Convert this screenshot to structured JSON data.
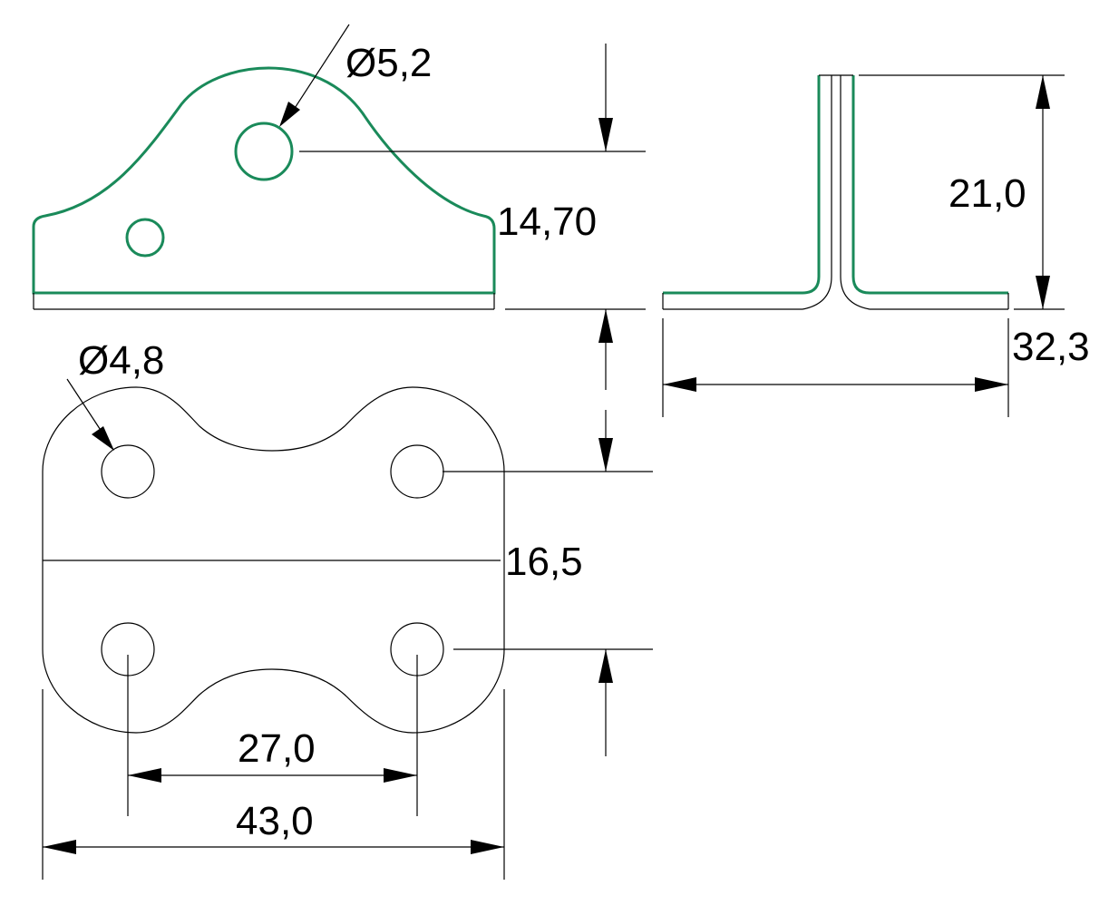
{
  "drawing": {
    "dimensions": {
      "hole_top_dia": "Ø5,2",
      "hole_plan_dia": "Ø4,8",
      "side_height": "14,70",
      "front_height": "21,0",
      "front_width": "32,3",
      "hole_row_spacing": "16,5",
      "hole_spacing": "27,0",
      "overall_width": "43,0"
    },
    "colors": {
      "part_outline": "#1a8a5a",
      "lines": "#000000"
    }
  }
}
